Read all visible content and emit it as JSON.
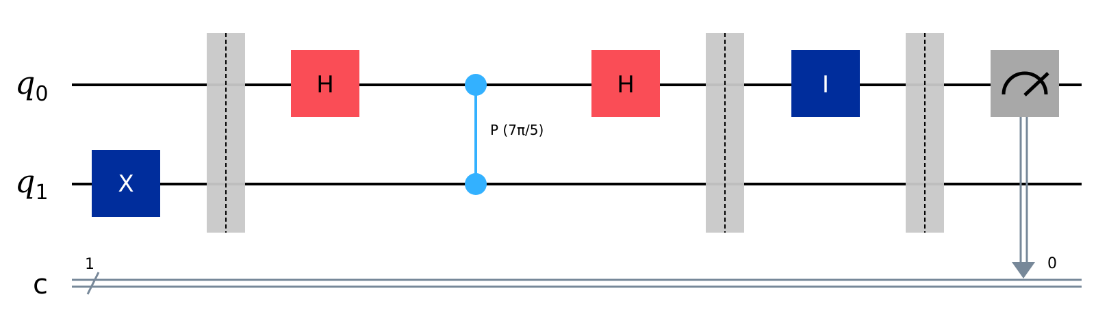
{
  "circuit": {
    "qubits": [
      {
        "name": "q",
        "index": "0"
      },
      {
        "name": "q",
        "index": "1"
      }
    ],
    "classical_register": {
      "name": "c",
      "size": "1"
    },
    "gates": [
      {
        "id": "x-q1",
        "type": "single",
        "label": "X",
        "qubit": 1,
        "color": "#002d9c",
        "text_color": "#ffffff"
      },
      {
        "id": "barrier-1",
        "type": "barrier"
      },
      {
        "id": "h-q0-a",
        "type": "single",
        "label": "H",
        "qubit": 0,
        "color": "#fa4d56",
        "text_color": "#000000"
      },
      {
        "id": "cp",
        "type": "controlled-phase",
        "control": 0,
        "target": 1,
        "param": "P (7π/5)",
        "color": "#33b1ff"
      },
      {
        "id": "h-q0-b",
        "type": "single",
        "label": "H",
        "qubit": 0,
        "color": "#fa4d56",
        "text_color": "#000000"
      },
      {
        "id": "barrier-2",
        "type": "barrier"
      },
      {
        "id": "i-q0",
        "type": "single",
        "label": "I",
        "qubit": 0,
        "color": "#002d9c",
        "text_color": "#ffffff"
      },
      {
        "id": "barrier-3",
        "type": "barrier"
      },
      {
        "id": "measure-q0",
        "type": "measure",
        "qubit": 0,
        "clbit_label": "0",
        "color": "#a8a8a8"
      }
    ],
    "colors": {
      "wire": "#000000",
      "classical_wire": "#778899",
      "barrier": "#c8c8c8",
      "background": "#ffffff"
    }
  }
}
